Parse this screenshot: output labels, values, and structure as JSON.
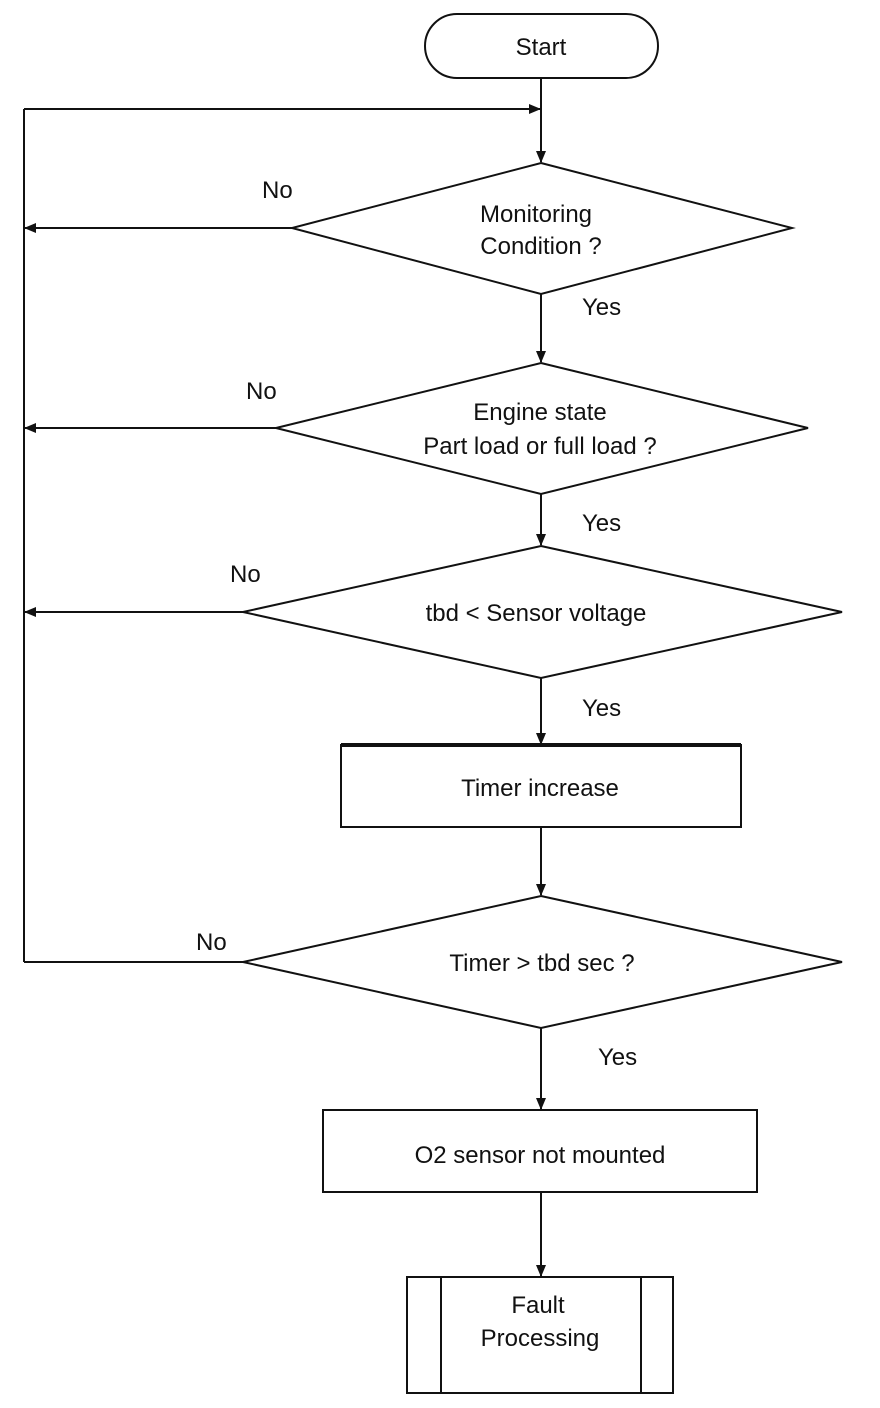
{
  "flowchart": {
    "start": "Start",
    "decisions": {
      "monitoring": [
        "Monitoring",
        "Condition ?"
      ],
      "engine_state": [
        "Engine state",
        "Part load or full load ?"
      ],
      "voltage": [
        "tbd < Sensor voltage"
      ],
      "timer_check": [
        "Timer > tbd sec ?"
      ]
    },
    "processes": {
      "timer_increase": "Timer increase",
      "o2_not_mounted": "O2 sensor not mounted"
    },
    "subprocess": [
      "Fault",
      "Processing"
    ],
    "branch_labels": {
      "yes": "Yes",
      "no": "No"
    }
  }
}
